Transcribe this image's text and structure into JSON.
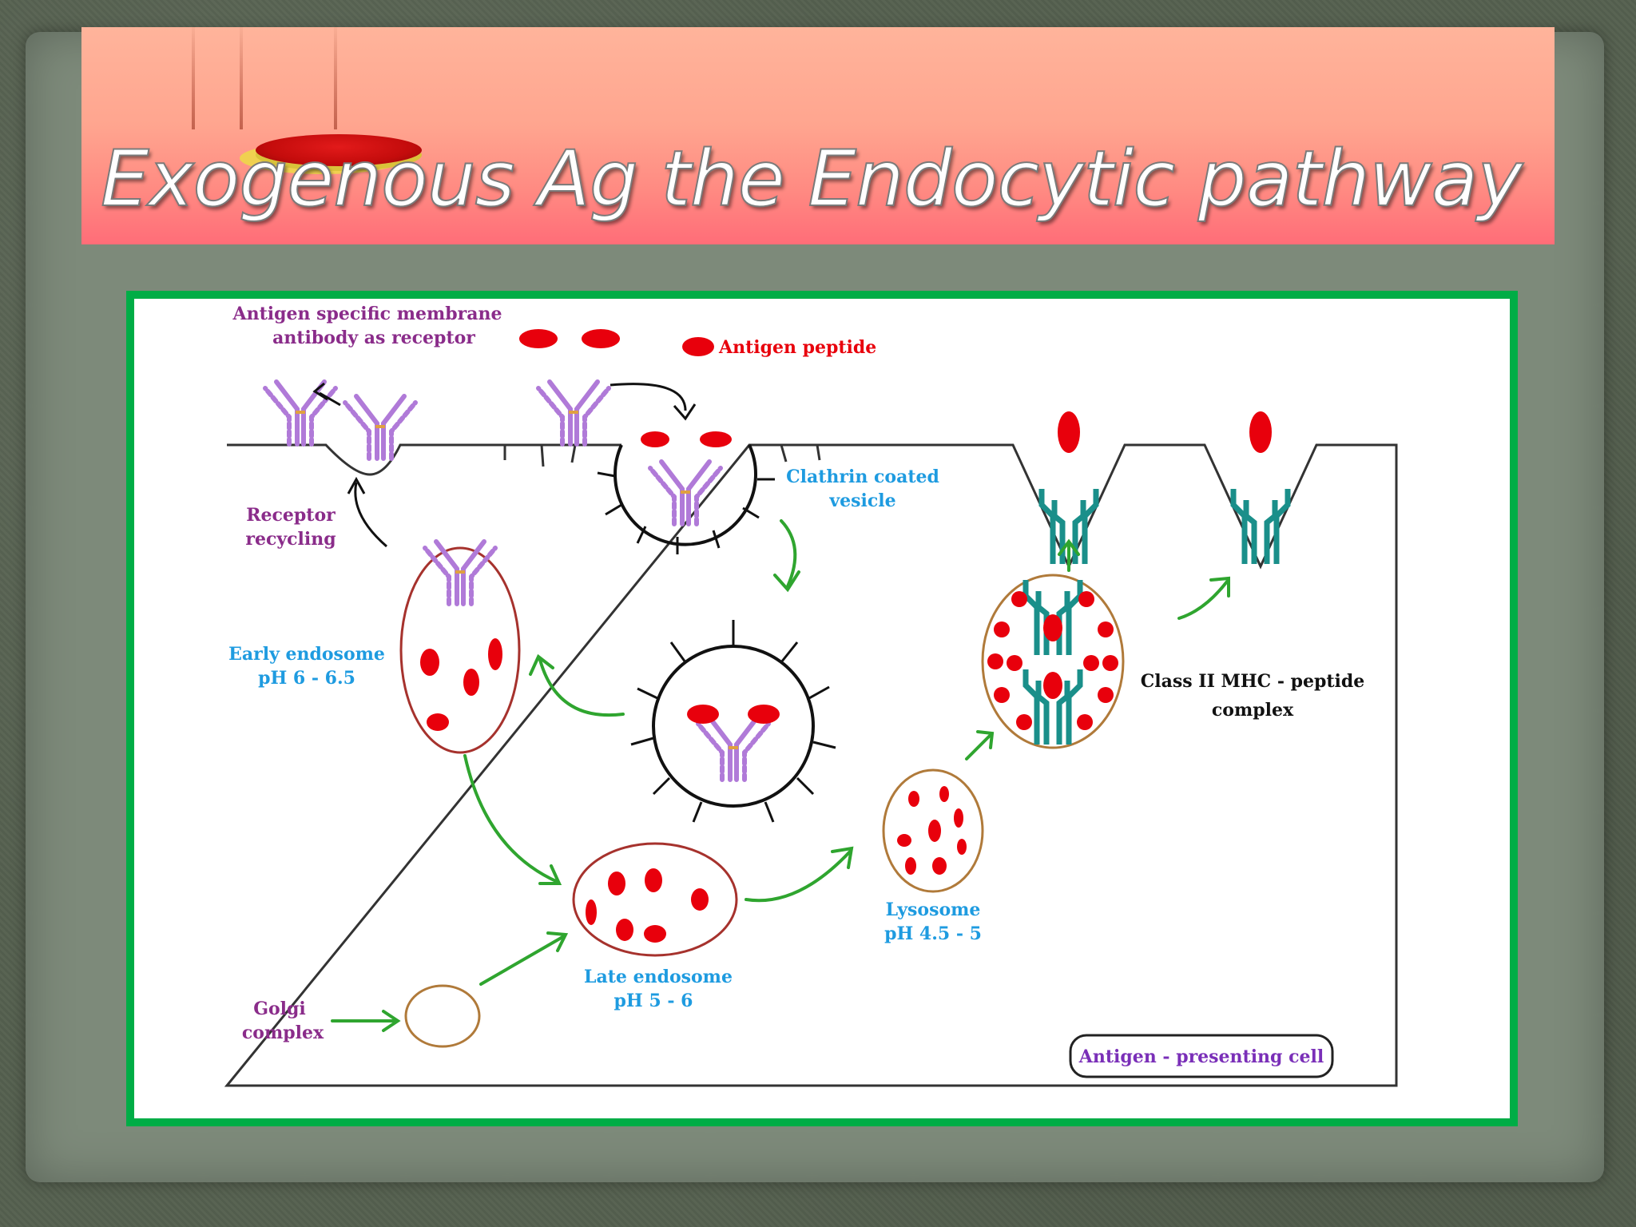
{
  "slide": {
    "title": "Exogenous Ag the Endocytic pathway"
  },
  "diagram": {
    "labels": {
      "antigen_receptor_line1": "Antigen specific membrane",
      "antigen_receptor_line2": "antibody as receptor",
      "antigen_peptide": "Antigen peptide",
      "clathrin_line1": "Clathrin coated",
      "clathrin_line2": "vesicle",
      "receptor_recycling_line1": "Receptor",
      "receptor_recycling_line2": "recycling",
      "early_endosome_line1": "Early endosome",
      "early_endosome_line2": "pH 6 - 6.5",
      "class2_line1": "Class II MHC - peptide",
      "class2_line2": "complex",
      "lysosome_line1": "Lysosome",
      "lysosome_line2": "pH 4.5 - 5",
      "late_endosome_line1": "Late endosome",
      "late_endosome_line2": "pH 5 - 6",
      "golgi_line1": "Golgi",
      "golgi_line2": "complex",
      "apc_box": "Antigen - presenting cell"
    },
    "colors": {
      "frame_green": "#00ad46",
      "arrow_green": "#2fa52f",
      "purple_text": "#8a2c8a",
      "blue_text": "#1e9be0",
      "red_antigen": "#e8000c",
      "endosome_outline": "#a6322d",
      "golgi_outline": "#b07a3a",
      "mhc_teal": "#1a8f8a",
      "antibody_purple": "#b07ad8",
      "apc_text": "#7a2fb8"
    }
  }
}
